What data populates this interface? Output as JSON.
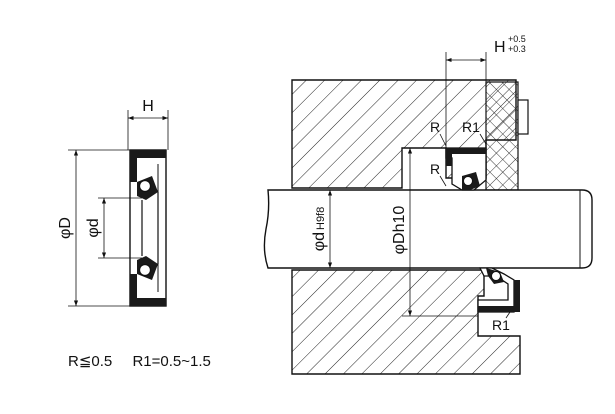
{
  "left_view": {
    "width_label": "H",
    "outer_dia_label": "φD",
    "inner_dia_label": "φd"
  },
  "right_view": {
    "height_label": "H",
    "tol_upper": "+0.5",
    "tol_lower": "+0.3",
    "radius_label_1": "R",
    "radius_label_2": "R",
    "r1_label_top": "R1",
    "r1_label_bottom": "R1",
    "shaft_label_main": "φd",
    "shaft_label_tol": "H9f8",
    "bore_label": "φDh10"
  },
  "notes": {
    "r_note": "R≦0.5",
    "r1_note": "R1=0.5~1.5"
  }
}
